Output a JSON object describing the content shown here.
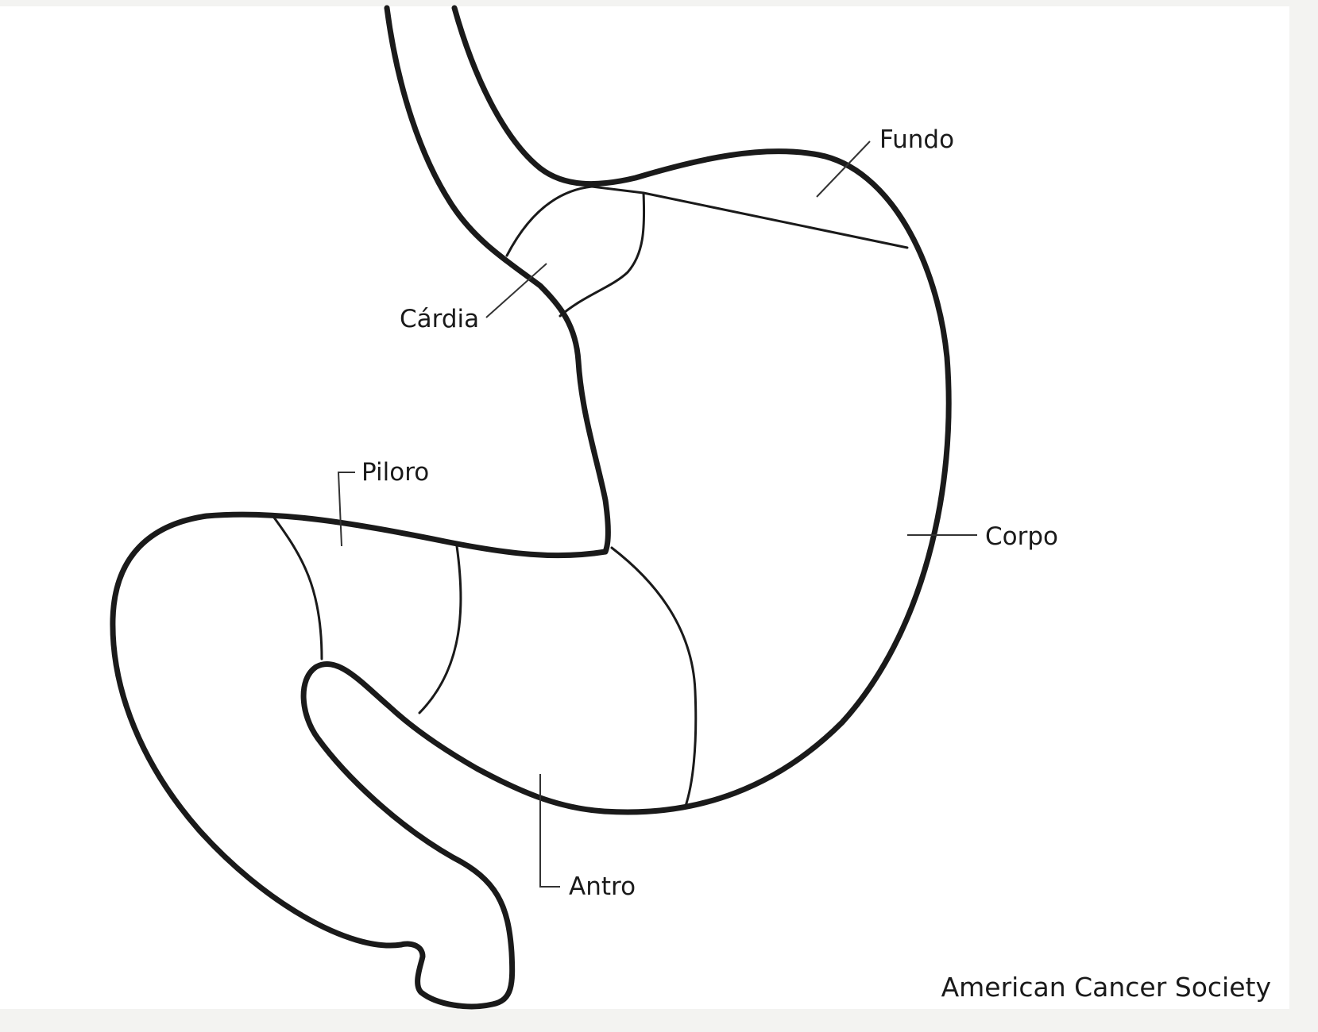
{
  "labels": {
    "fundus": "Fundo",
    "cardia": "Cárdia",
    "pylorus": "Piloro",
    "body": "Corpo",
    "antrum": "Antro"
  },
  "credit": "American Cancer Society",
  "colors": {
    "background": "#f3f3f1",
    "panel": "#ffffff",
    "line": "#1a1a1a"
  }
}
